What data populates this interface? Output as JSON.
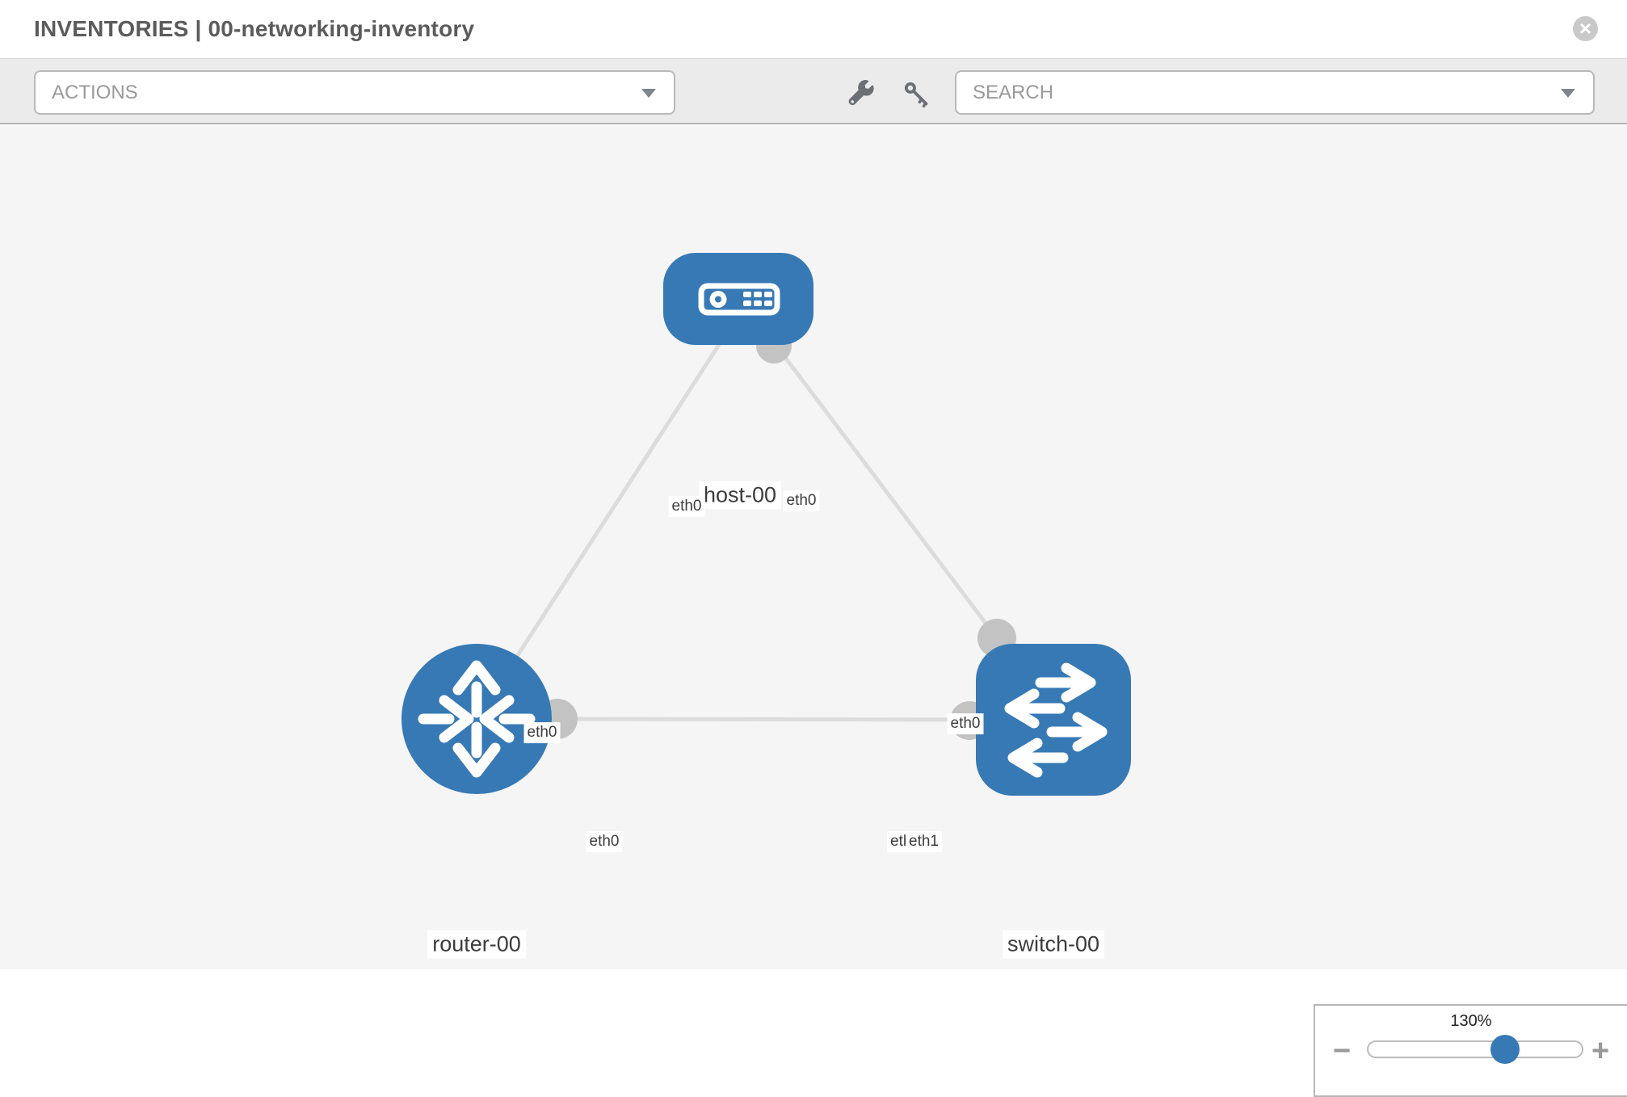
{
  "header": {
    "title": "INVENTORIES | 00-networking-inventory",
    "close_glyph": "×"
  },
  "toolbar": {
    "actions_label": "ACTIONS",
    "search_label": "SEARCH",
    "tool_icons": [
      "wrench",
      "key"
    ]
  },
  "topology": {
    "nodes": [
      {
        "id": "host-00",
        "type": "host",
        "label": "host-00"
      },
      {
        "id": "router-00",
        "type": "router",
        "label": "router-00"
      },
      {
        "id": "switch-00",
        "type": "switch",
        "label": "switch-00"
      }
    ],
    "edges": [
      {
        "from": "host-00",
        "to": "router-00",
        "labels": {
          "host_end": "eth0",
          "router_end": "eth0"
        }
      },
      {
        "from": "host-00",
        "to": "switch-00",
        "labels": {
          "host_end": "eth0",
          "switch_end": "eth0"
        }
      },
      {
        "from": "router-00",
        "to": "switch-00",
        "labels": {
          "router_end": "eth0",
          "switch_end_back": "eth0",
          "switch_end_front": "eth1"
        }
      }
    ]
  },
  "zoom_control": {
    "level": "130%",
    "minus_label": "−",
    "plus_label": "+"
  },
  "colors": {
    "node_blue": "#3779b5",
    "edge_gray": "#dcdcdc",
    "port_gray": "#c3c3c3",
    "canvas_bg": "#f5f5f6",
    "toolbar_bg": "#ebebeb"
  }
}
